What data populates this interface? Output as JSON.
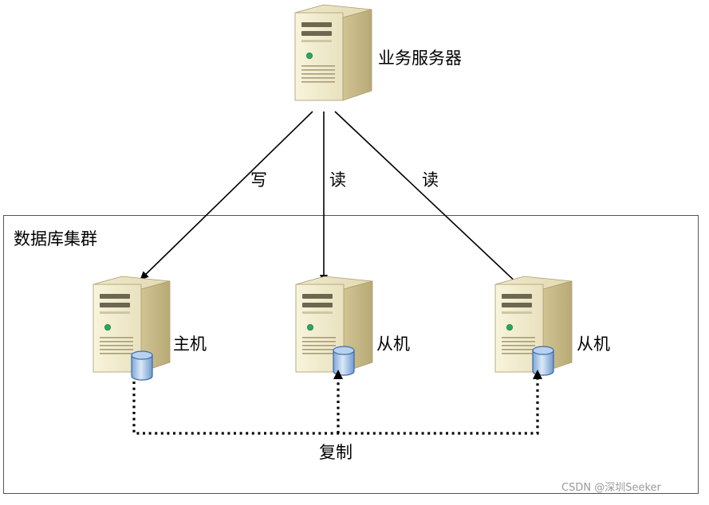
{
  "diagram": {
    "business_server_label": "业务服务器",
    "cluster_label": "数据库集群",
    "edges": {
      "write_label": "写",
      "read_label_1": "读",
      "read_label_2": "读",
      "replication_label": "复制"
    },
    "nodes": {
      "master_label": "主机",
      "slave1_label": "从机",
      "slave2_label": "从机"
    }
  },
  "watermark": "CSDN @深圳Seeker"
}
